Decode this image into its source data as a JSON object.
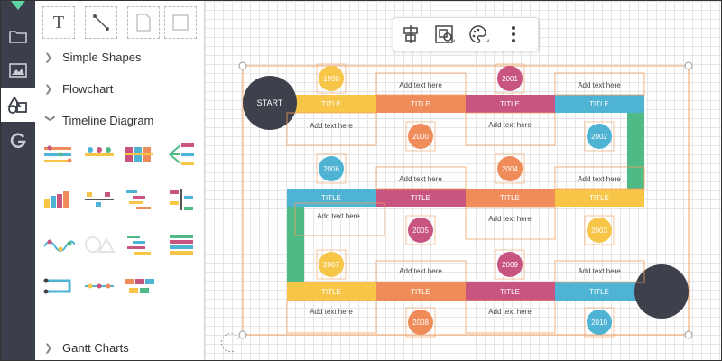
{
  "sidebar": {
    "sections": [
      {
        "label": "Simple Shapes",
        "expanded": false
      },
      {
        "label": "Flowchart",
        "expanded": false
      },
      {
        "label": "Timeline Diagram",
        "expanded": true
      },
      {
        "label": "Gantt Charts",
        "expanded": false
      }
    ],
    "tools": [
      "text-tool",
      "line-tool",
      "note-tool",
      "rectangle-tool"
    ],
    "text_tool_glyph": "T"
  },
  "rail": [
    "folder-icon",
    "image-icon",
    "shapes-icon",
    "g-logo-icon"
  ],
  "toolbar": [
    "align-icon",
    "group-icon",
    "palette-icon",
    "more-vertical-icon"
  ],
  "diagram": {
    "start_label": "START",
    "title_label": "TITLE",
    "body_text": "Add text here",
    "years": [
      "1990",
      "2000",
      "2001",
      "2002",
      "2003",
      "2004",
      "2005",
      "2006",
      "2007",
      "2008",
      "2009",
      "2010"
    ],
    "colors": {
      "yellow": "#f7c548",
      "orange": "#f08c5a",
      "pink": "#c85580",
      "blue": "#4fb3d3",
      "green": "#4fba86",
      "dark": "#3e404c",
      "selection": "#f0a060"
    }
  }
}
